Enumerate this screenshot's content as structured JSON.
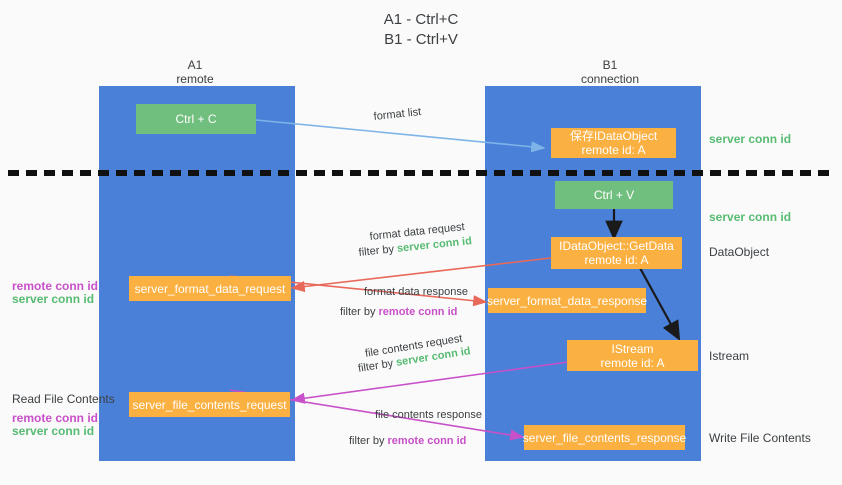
{
  "title": {
    "line1": "A1 - Ctrl+C",
    "line2": "B1 - Ctrl+V"
  },
  "columns": [
    {
      "name": "A1",
      "sub": "remote"
    },
    {
      "name": "B1",
      "sub": "connection"
    }
  ],
  "nodes": {
    "ctrl_c": "Ctrl + C",
    "save_dataobject_l1": "保存IDataObject",
    "save_dataobject_l2": "remote id: A",
    "ctrl_v": "Ctrl + V",
    "getdata_l1": "IDataObject::GetData",
    "getdata_l2": "remote id: A",
    "server_format_data_request": "server_format_data_request",
    "server_format_data_response": "server_format_data_response",
    "istream_l1": "IStream",
    "istream_l2": "remote id: A",
    "server_file_contents_request": "server_file_contents_request",
    "server_file_contents_response": "server_file_contents_response"
  },
  "edges": {
    "format_list": "format list",
    "format_data_request": "format data request",
    "format_data_request_filter_prefix": "filter by ",
    "format_data_request_filter_value": "server conn id",
    "format_data_response": "format data response",
    "format_data_response_filter_prefix": "filter by ",
    "format_data_response_filter_value": "remote conn id",
    "file_contents_request": "file contents request",
    "file_contents_request_filter_prefix": "filter by ",
    "file_contents_request_filter_value": "server conn id",
    "file_contents_response": "file contents response",
    "file_contents_response_filter_prefix": "filter by ",
    "file_contents_response_filter_value": "remote conn id"
  },
  "annotations": {
    "right_server_conn_id_1": "server conn id",
    "right_server_conn_id_2": "server conn id",
    "right_dataobject": "DataObject",
    "right_istream": "Istream",
    "right_write_file_contents": "Write File Contents",
    "left_remote_conn_id_1": "remote conn id",
    "left_server_conn_id_1": "server conn id",
    "left_read_file_contents": "Read File Contents",
    "left_remote_conn_id_2": "remote conn id",
    "left_server_conn_id_2": "server conn id"
  },
  "colors": {
    "column_blue": "#4a80d8",
    "node_green": "#71bf7e",
    "node_orange": "#fbb042",
    "text_green": "#57bb72",
    "text_magenta": "#c850c8",
    "arrow_lightblue": "#7fb4e8",
    "arrow_red": "#e8695a",
    "arrow_magenta": "#c850c8",
    "arrow_black": "#1a1a1a",
    "divider_black": "#111111",
    "background": "#fafafa"
  }
}
